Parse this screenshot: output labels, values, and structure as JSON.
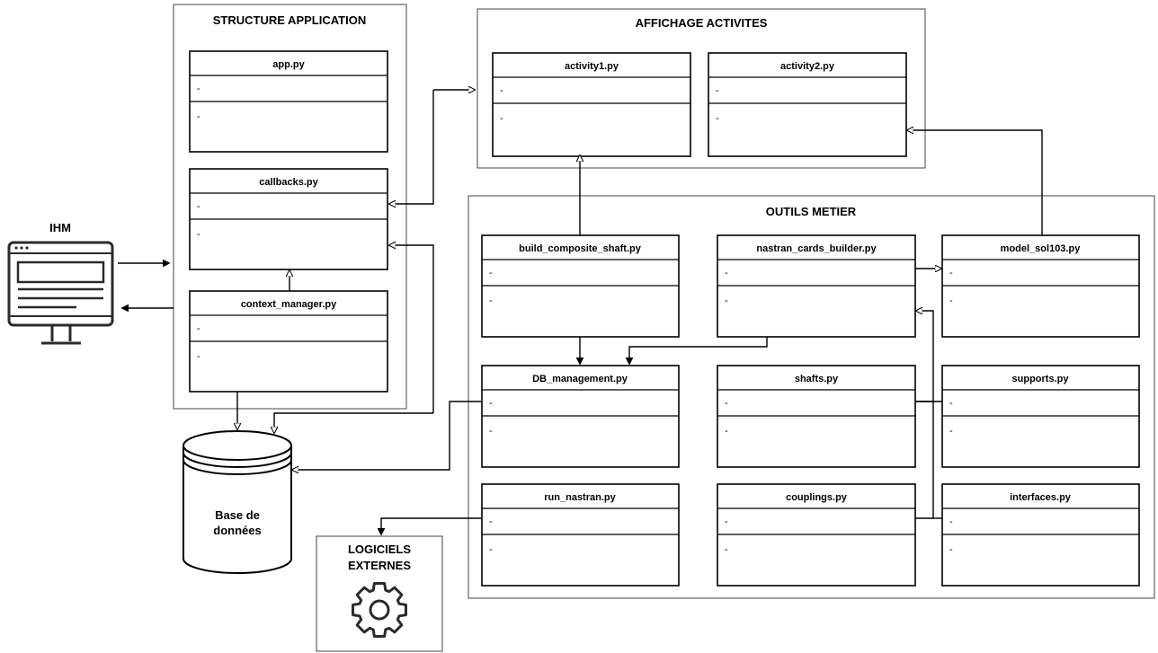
{
  "groups": {
    "structure": "STRUCTURE APPLICATION",
    "affichage": "AFFICHAGE ACTIVITES",
    "outils": "OUTILS METIER"
  },
  "classes": {
    "app": "app.py",
    "callbacks": "callbacks.py",
    "context_manager": "context_manager.py",
    "activity1": "activity1.py",
    "activity2": "activity2.py",
    "build_composite_shaft": "build_composite_shaft.py",
    "nastran_cards_builder": "nastran_cards_builder.py",
    "model_sol103": "model_sol103.py",
    "db_management": "DB_management.py",
    "shafts": "shafts.py",
    "supports": "supports.py",
    "run_nastran": "run_nastran.py",
    "couplings": "couplings.py",
    "interfaces": "interfaces.py"
  },
  "dash": "-",
  "ihm": {
    "label": "IHM",
    "icon": "monitor-icon"
  },
  "database": {
    "line1": "Base de",
    "line2": "données",
    "icon": "database-cylinder-icon"
  },
  "external": {
    "line1": "LOGICIELS",
    "line2": "EXTERNES",
    "icon": "gear-icon"
  }
}
